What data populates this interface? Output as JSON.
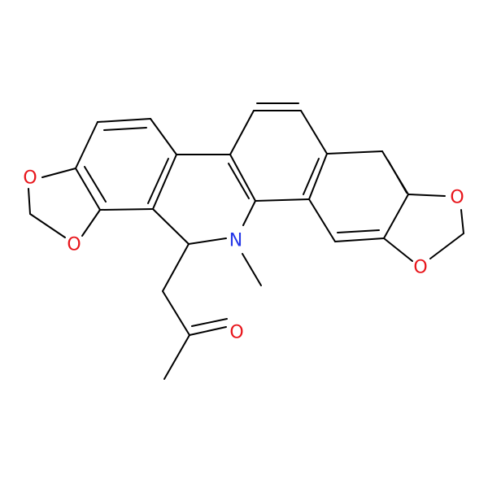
{
  "colors": {
    "background": "#ffffff",
    "bond": "#000000",
    "oxygen": "#e8141a",
    "nitrogen": "#2436e8"
  },
  "atom_labels": [
    {
      "id": "o1",
      "element": "O",
      "text": "O",
      "color_key": "oxygen"
    },
    {
      "id": "o2",
      "element": "O",
      "text": "O",
      "color_key": "oxygen"
    },
    {
      "id": "o3",
      "element": "O",
      "text": "O",
      "color_key": "oxygen"
    },
    {
      "id": "o4",
      "element": "O",
      "text": "O",
      "color_key": "oxygen"
    },
    {
      "id": "o5",
      "element": "O",
      "text": "O",
      "color_key": "oxygen"
    },
    {
      "id": "n1",
      "element": "N",
      "text": "N",
      "color_key": "nitrogen"
    }
  ]
}
